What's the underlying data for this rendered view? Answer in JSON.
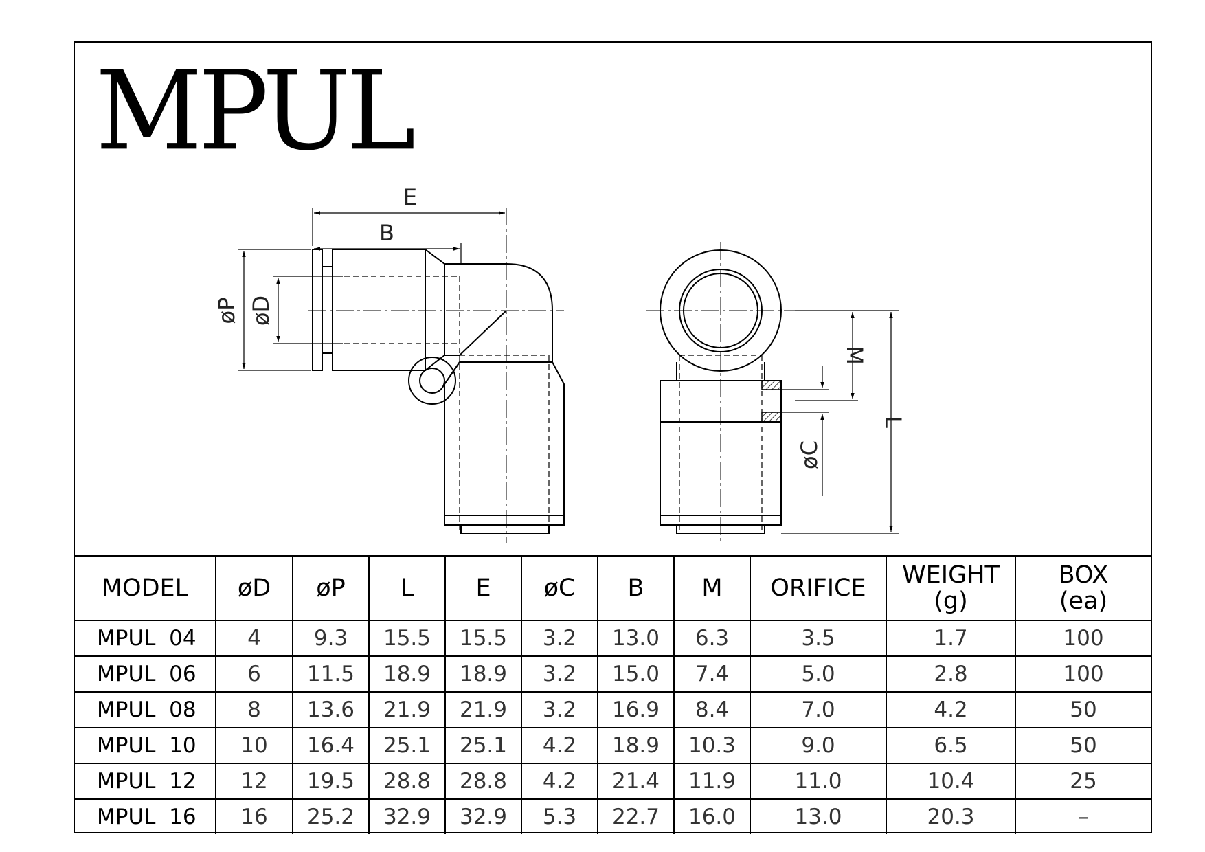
{
  "title": "MPUL",
  "dimension_labels": {
    "E": "E",
    "B": "B",
    "P": "øP",
    "D": "øD",
    "M": "M",
    "L": "L",
    "C": "øC"
  },
  "table": {
    "headers": [
      {
        "line1": "MODEL",
        "line2": ""
      },
      {
        "line1": "øD",
        "line2": ""
      },
      {
        "line1": "øP",
        "line2": ""
      },
      {
        "line1": "L",
        "line2": ""
      },
      {
        "line1": "E",
        "line2": ""
      },
      {
        "line1": "øC",
        "line2": ""
      },
      {
        "line1": "B",
        "line2": ""
      },
      {
        "line1": "M",
        "line2": ""
      },
      {
        "line1": "ORIFICE",
        "line2": ""
      },
      {
        "line1": "WEIGHT",
        "line2": "(g)"
      },
      {
        "line1": "BOX",
        "line2": "(ea)"
      }
    ],
    "rows": [
      [
        "MPUL  04",
        "4",
        "9.3",
        "15.5",
        "15.5",
        "3.2",
        "13.0",
        "6.3",
        "3.5",
        "1.7",
        "100"
      ],
      [
        "MPUL  06",
        "6",
        "11.5",
        "18.9",
        "18.9",
        "3.2",
        "15.0",
        "7.4",
        "5.0",
        "2.8",
        "100"
      ],
      [
        "MPUL  08",
        "8",
        "13.6",
        "21.9",
        "21.9",
        "3.2",
        "16.9",
        "8.4",
        "7.0",
        "4.2",
        "50"
      ],
      [
        "MPUL  10",
        "10",
        "16.4",
        "25.1",
        "25.1",
        "4.2",
        "18.9",
        "10.3",
        "9.0",
        "6.5",
        "50"
      ],
      [
        "MPUL  12",
        "12",
        "19.5",
        "28.8",
        "28.8",
        "4.2",
        "21.4",
        "11.9",
        "11.0",
        "10.4",
        "25"
      ],
      [
        "MPUL  16",
        "16",
        "25.2",
        "32.9",
        "32.9",
        "5.3",
        "22.7",
        "16.0",
        "13.0",
        "20.3",
        "–"
      ]
    ]
  }
}
